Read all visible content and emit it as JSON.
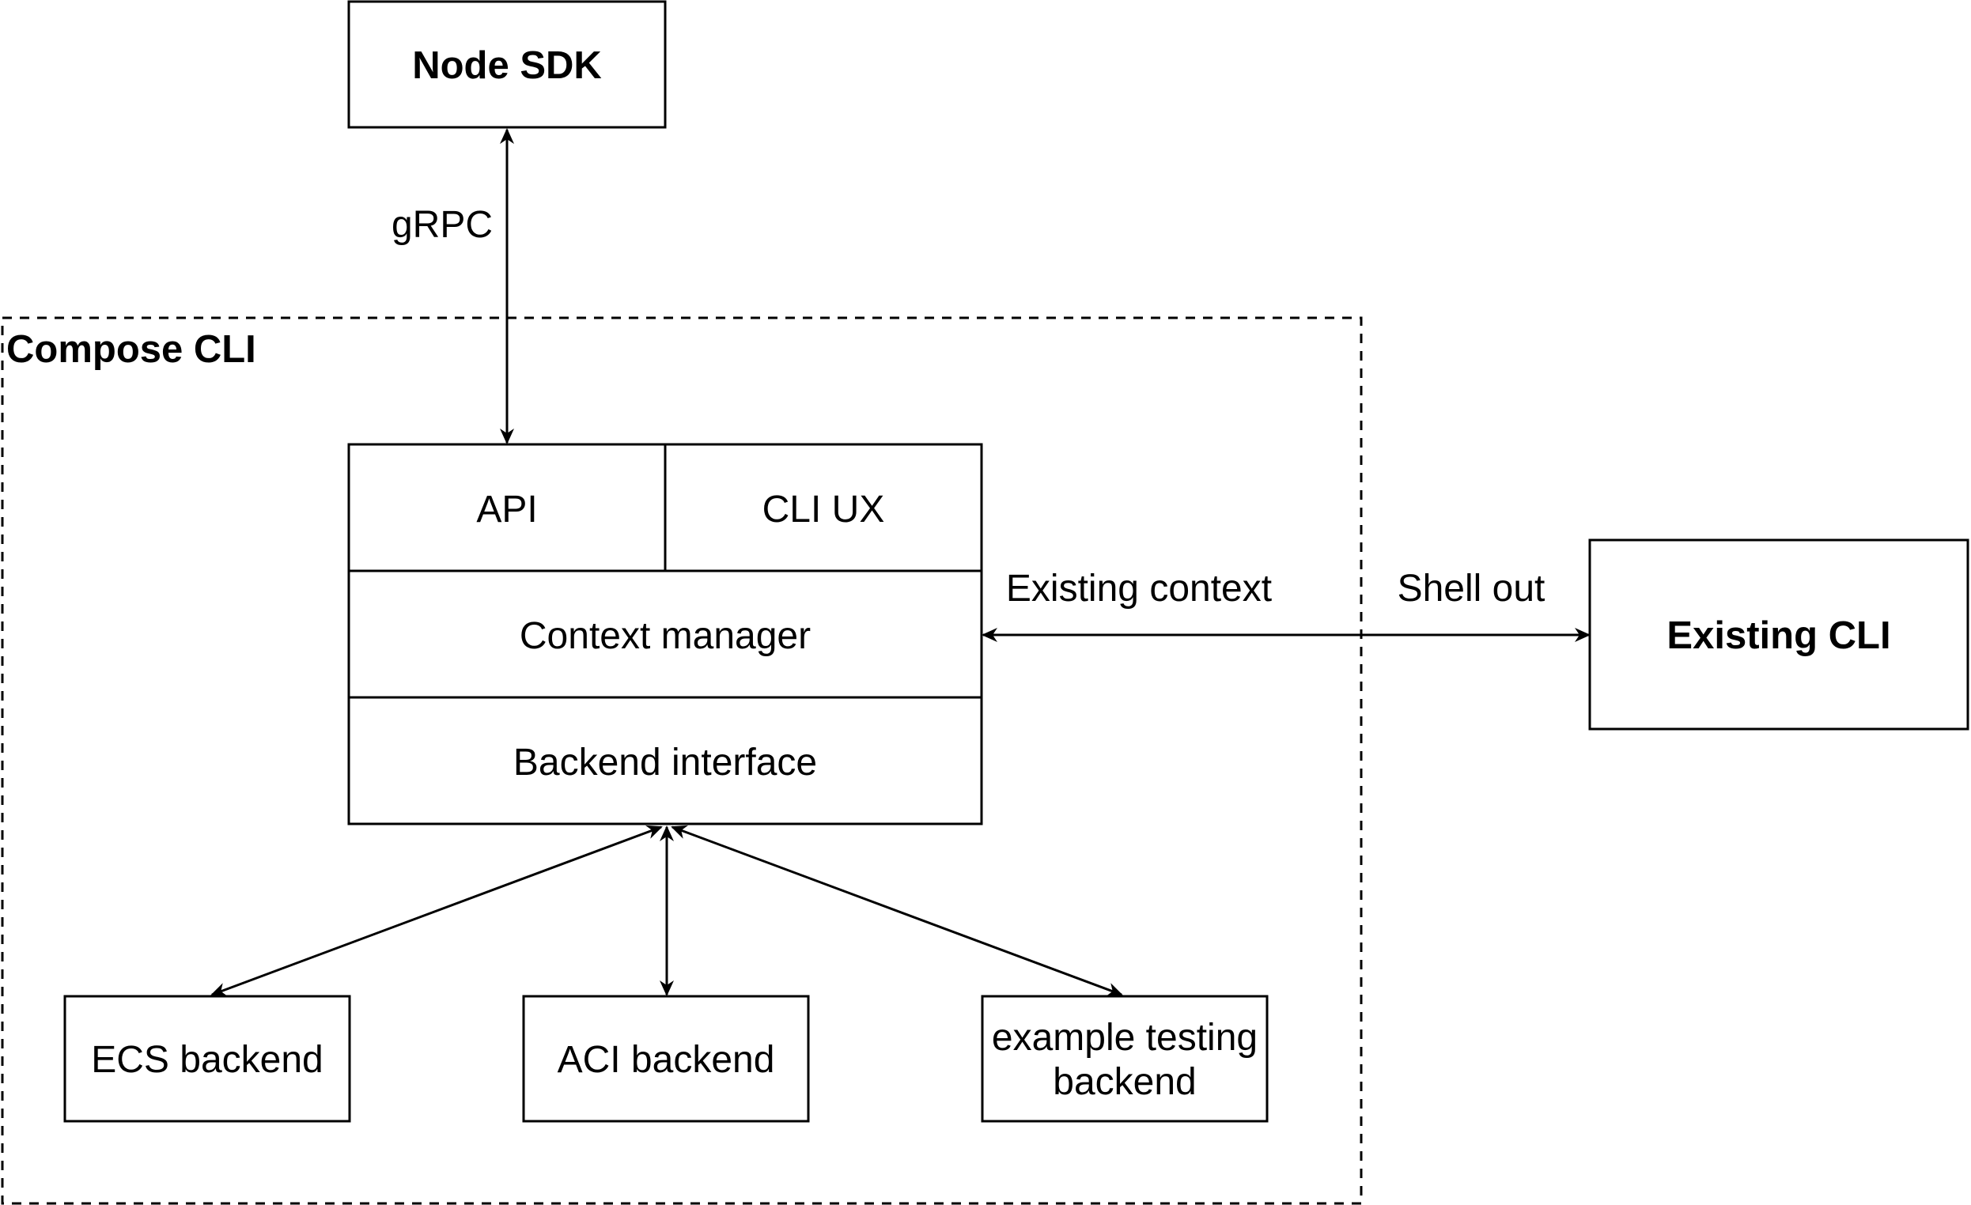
{
  "diagram": {
    "container": {
      "label": "Compose CLI"
    },
    "nodes": {
      "node_sdk": "Node SDK",
      "api": "API",
      "cli_ux": "CLI UX",
      "context_manager": "Context manager",
      "backend_interface": "Backend interface",
      "existing_cli": "Existing CLI",
      "ecs_backend": "ECS backend",
      "aci_backend": "ACI backend",
      "example_testing_backend_line1": "example testing",
      "example_testing_backend_line2": "backend"
    },
    "edges": {
      "grpc": "gRPC",
      "existing_context": "Existing context",
      "shell_out": "Shell out"
    },
    "colors": {
      "stroke": "#000000",
      "fill": "#ffffff",
      "text": "#000000"
    }
  }
}
